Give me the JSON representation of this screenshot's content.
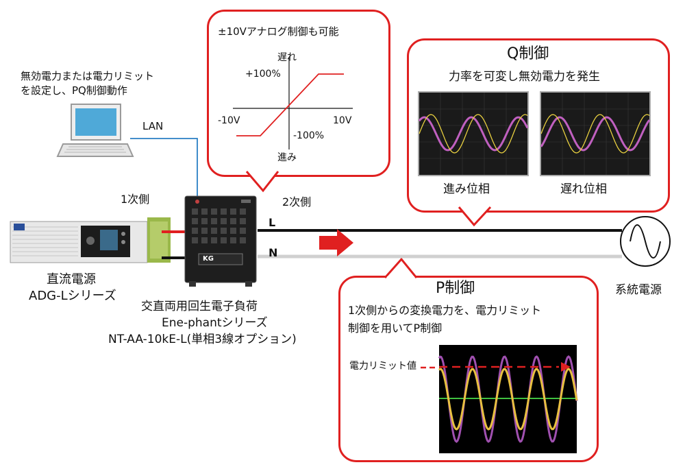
{
  "pc_note": {
    "line1": "無効電力または電力リミット",
    "line2": "を設定し、PQ制御動作"
  },
  "lan_label": "LAN",
  "primary_label": "1次側",
  "secondary_label": "2次側",
  "line_L": "L",
  "line_N": "N",
  "dc_source": {
    "line1": "直流電源",
    "line2": "ADG-Lシリーズ"
  },
  "load": {
    "line1": "交直両用回生電子負荷",
    "line2": "Ene-phantシリーズ",
    "line3": "NT-AA-10kE-L(単相3線オプション)"
  },
  "grid_label": "系統電源",
  "analog_bubble": {
    "title": "±10VアナログMaterials制御も可能",
    "lag": "遅れ",
    "lead": "進み",
    "plus100": "+100%",
    "minus100": "-100%",
    "minus10v": "-10V",
    "plus10v": "10V"
  },
  "q_bubble": {
    "title": "Q制御",
    "subtitle": "力率を可変し無効電力を発生",
    "lead_phase": "進み位相",
    "lag_phase": "遅れ位相"
  },
  "p_bubble": {
    "title": "P制御",
    "line1": "1次側からの変換電力を、電力リミット",
    "line2": "制御を用いてP制御",
    "limit_label": "電力リミット値"
  },
  "device_brand": "KG",
  "colors": {
    "bubble_border": "#e02020",
    "lan_line": "#2a7fc4",
    "arrow": "#e02020",
    "purple_wave": "#c060c0",
    "yellow_wave": "#e8d040",
    "green_line": "#40c040"
  }
}
